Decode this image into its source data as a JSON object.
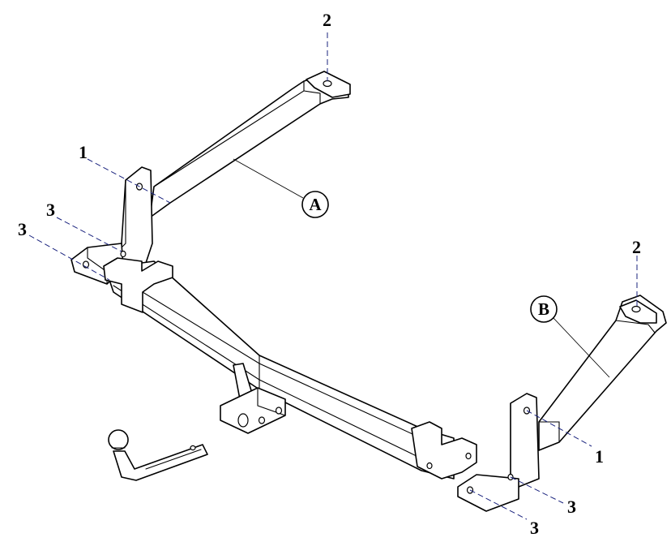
{
  "callouts": {
    "part_a": "A",
    "part_b": "B"
  },
  "labels": {
    "bolt_1_left": "1",
    "bolt_1_right": "1",
    "bolt_2_top": "2",
    "bolt_2_right": "2",
    "bolt_3_left_upper": "3",
    "bolt_3_left_lower": "3",
    "bolt_3_right_upper": "3",
    "bolt_3_right_lower": "3"
  },
  "colors": {
    "line": "#000000",
    "dash": "#1a237e",
    "background": "#ffffff"
  }
}
